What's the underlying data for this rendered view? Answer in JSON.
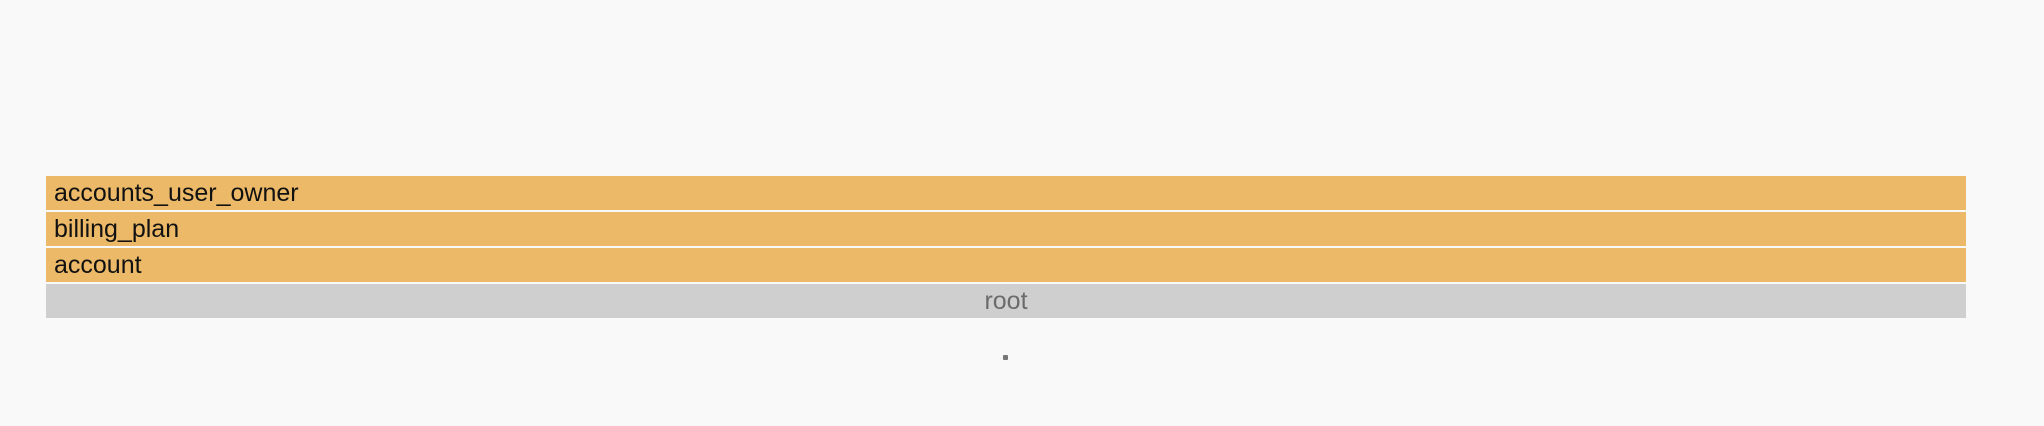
{
  "flame_graph": {
    "frames": [
      {
        "label": "accounts_user_owner",
        "kind": "leaf"
      },
      {
        "label": "billing_plan",
        "kind": "mid"
      },
      {
        "label": "account",
        "kind": "mid"
      },
      {
        "label": "root",
        "kind": "root"
      }
    ],
    "colors": {
      "frame": "#ebb967",
      "root": "#cfcfcf",
      "background": "#f9f9f9"
    },
    "footer_marker": "."
  }
}
